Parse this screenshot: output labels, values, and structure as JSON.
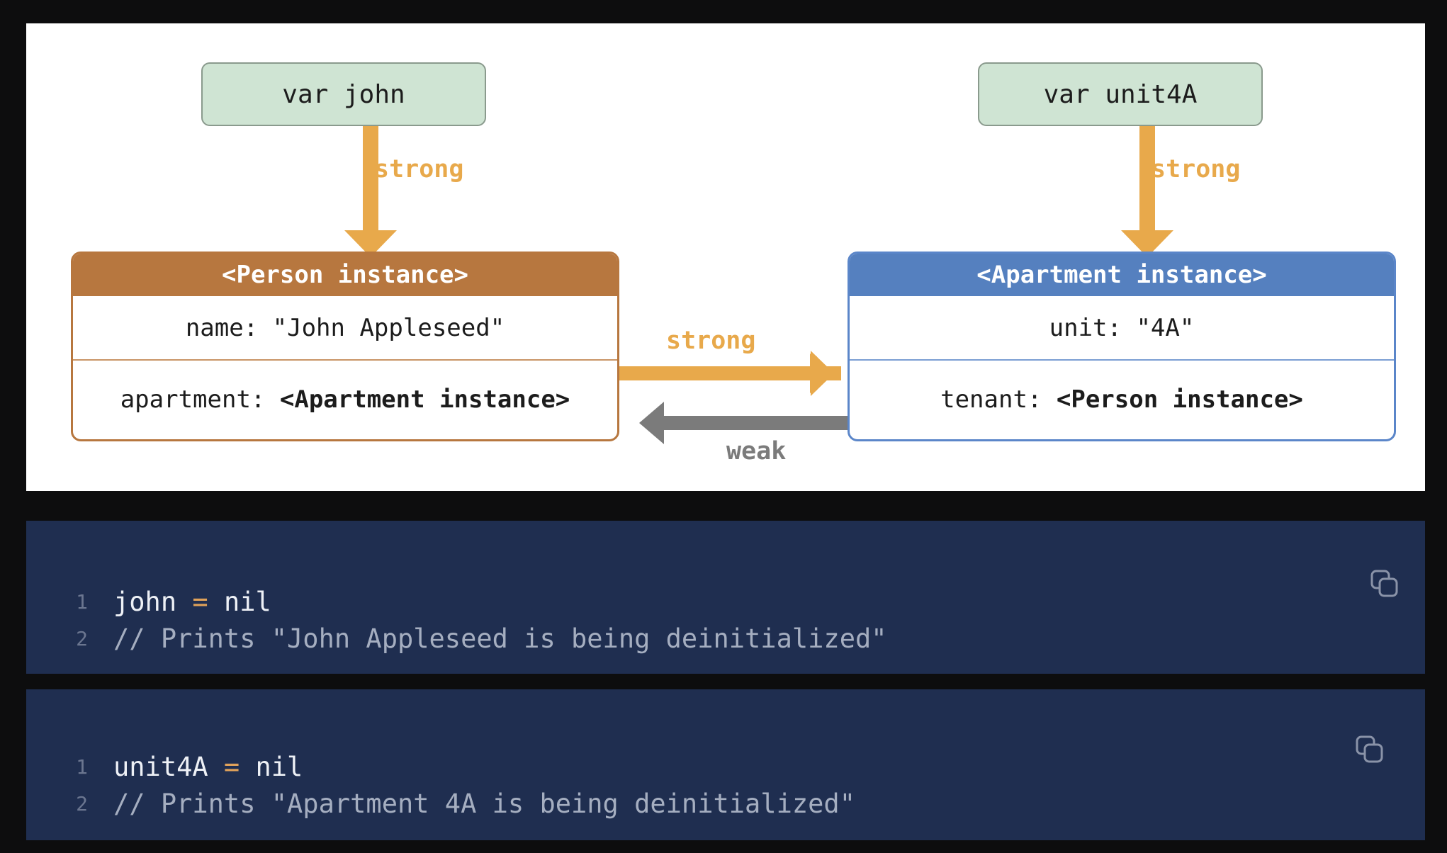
{
  "diagram": {
    "var_john": "var john",
    "var_unit4a": "var unit4A",
    "label_strong_john": "strong",
    "label_strong_unit": "strong",
    "label_strong_link": "strong",
    "label_weak_link": "weak",
    "person": {
      "header": "<Person instance>",
      "row1": "name: \"John Appleseed\"",
      "row2_key": "apartment: ",
      "row2_value": "<Apartment instance>"
    },
    "apartment": {
      "header": "<Apartment instance>",
      "row1": "unit: \"4A\"",
      "row2_key": "tenant: ",
      "row2_value": "<Person instance>"
    },
    "colors": {
      "strong_arrow": "#e8a94b",
      "weak_arrow": "#7b7b7b",
      "person_accent": "#b7773f",
      "apartment_accent": "#5580bf",
      "var_box_fill": "#cfe4d3"
    }
  },
  "code_blocks": [
    {
      "lines": [
        {
          "number": "1",
          "ident": "john",
          "op": " = ",
          "value": "nil"
        },
        {
          "number": "2",
          "comment": "// Prints \"John Appleseed is being deinitialized\""
        }
      ],
      "copy_icon": "copy-icon"
    },
    {
      "lines": [
        {
          "number": "1",
          "ident": "unit4A",
          "op": " = ",
          "value": "nil"
        },
        {
          "number": "2",
          "comment": "// Prints \"Apartment 4A is being deinitialized\""
        }
      ],
      "copy_icon": "copy-icon"
    }
  ]
}
